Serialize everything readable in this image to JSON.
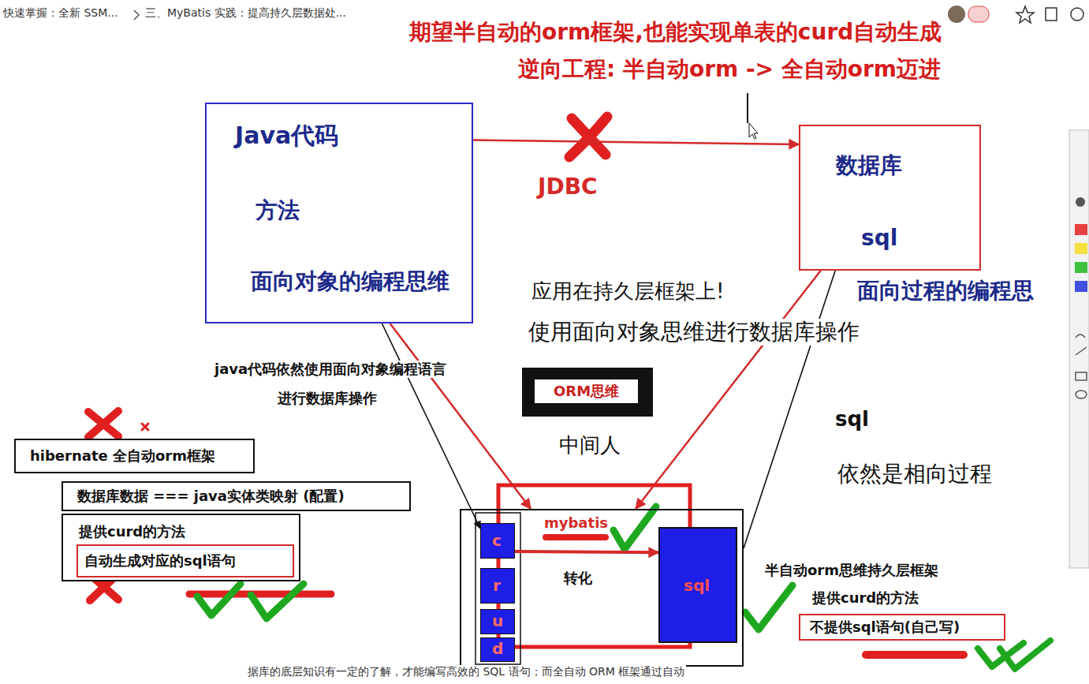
{
  "diagram": {
    "nodes": [
      {
        "text": [
          "Java代码",
          "方法",
          "面向对象的编程思维"
        ]
      },
      {
        "text": [
          "数据库",
          "sql"
        ]
      },
      {
        "text": [
          "ORM思维"
        ]
      },
      {
        "text": [
          "hibernate 全自动orm框架"
        ]
      },
      {
        "text": [
          "数据库数据 === java实体类映射 (配置)"
        ]
      },
      {
        "text": [
          "提供curd的方法"
        ]
      },
      {
        "text": [
          "自动生成对应的sql语句"
        ],
        "in": 5
      },
      {
        "text": [
          "mybatis",
          "转化"
        ]
      },
      {
        "text": [
          "c"
        ],
        "in": 7
      },
      {
        "text": [
          "r"
        ],
        "in": 7
      },
      {
        "text": [
          "u"
        ],
        "in": 7
      },
      {
        "text": [
          "d"
        ],
        "in": 7
      },
      {
        "text": [
          "sql"
        ],
        "in": 7
      },
      {
        "text": [
          "不提供sql语句(自己写)"
        ]
      }
    ],
    "edges": [
      {
        "from": 0,
        "to": 1,
        "label": "JDBC",
        "arrow": "to"
      },
      {
        "from": 0,
        "to": 7,
        "arrow": "to"
      },
      {
        "from": 0,
        "to": 8,
        "arrow": "to"
      },
      {
        "from": 1,
        "to": 7,
        "arrow": "to"
      },
      {
        "from": 1,
        "to": 7,
        "arrow": "none"
      },
      {
        "from": 8,
        "to": 12,
        "arrow": "to"
      }
    ],
    "labels": [
      "快速掌握：全新 SSM...",
      "三、MyBatis 实践：提高持久层数据处...",
      "期望半自动的orm框架,也能实现单表的curd自动生成",
      "逆向工程: 半自动orm -> 全自动orm迈进",
      "应用在持久层框架上!",
      "使用面向对象思维进行数据库操作",
      "面向过程的编程思",
      "java代码依然使用面向对象编程语言",
      "进行数据库操作",
      "中间人",
      "sql",
      "依然是相向过程",
      "半自动orm思维持久层框架",
      "提供curd的方法",
      "据库的底层知识有一定的了解，才能编写高效的 SQL 语句；而全自动 ORM 框架通过自动"
    ]
  }
}
